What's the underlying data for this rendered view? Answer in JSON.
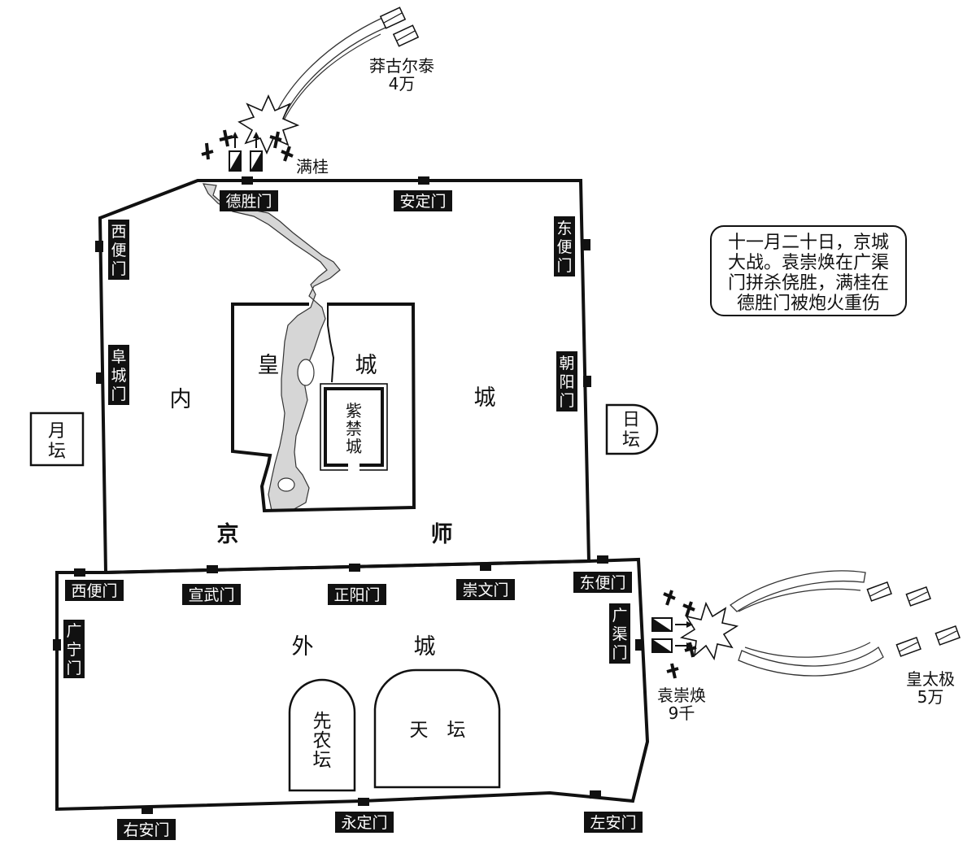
{
  "note": {
    "lines": [
      "十一月二十日，京城",
      "大战。袁崇焕在广渠",
      "门拼杀侥胜，满桂在",
      "德胜门被炮火重伤"
    ]
  },
  "inner_city": {
    "nei": "内",
    "cheng": "城",
    "jing": "京",
    "shi": "师",
    "huang": "皇",
    "huang_cheng": "城",
    "zijin": [
      "紫",
      "禁",
      "城"
    ]
  },
  "outer_city": {
    "wai": "外",
    "cheng": "城"
  },
  "altars": {
    "yue": [
      "月",
      "坛"
    ],
    "ri": [
      "日",
      "坛"
    ],
    "xiannong": [
      "先",
      "农",
      "坛"
    ],
    "tian": "天　坛"
  },
  "gates": {
    "desheng": "德胜门",
    "anding": "安定门",
    "xibian_n": [
      "西",
      "便",
      "门"
    ],
    "fucheng": [
      "阜",
      "城",
      "门"
    ],
    "dongbian_n": [
      "东",
      "便",
      "门"
    ],
    "chaoyang": [
      "朝",
      "阳",
      "门"
    ],
    "xibian_s": "西便门",
    "xuanwu": "宣武门",
    "zhengyang": "正阳门",
    "chongwen": "崇文门",
    "dongbian_s": "东便门",
    "guangning": [
      "广",
      "宁",
      "门"
    ],
    "guangqu": [
      "广",
      "渠",
      "门"
    ],
    "youan": "右安门",
    "yongding": "永定门",
    "zuoan": "左安门"
  },
  "armies": {
    "manggultai": {
      "name": "莽古尔泰",
      "size": "4万"
    },
    "mangui": {
      "name": "满桂"
    },
    "hongtaiji": {
      "name": "皇太极",
      "size": "5万"
    },
    "yuan": {
      "name": "袁崇焕",
      "size": "9千"
    }
  },
  "colors": {
    "ink": "#111111",
    "river": "#d6d6d6",
    "paper": "#ffffff"
  }
}
